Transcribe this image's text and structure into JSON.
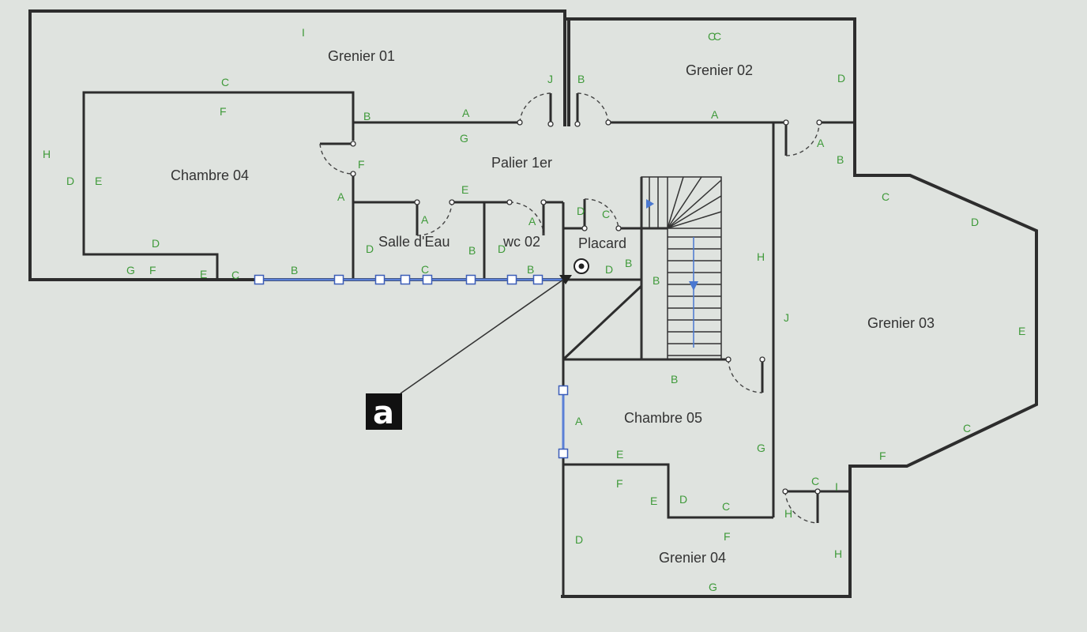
{
  "rooms": {
    "grenier01": "Grenier 01",
    "grenier02": "Grenier 02",
    "grenier03": "Grenier 03",
    "grenier04": "Grenier 04",
    "chambre04": "Chambre 04",
    "chambre05": "Chambre 05",
    "palier": "Palier 1er",
    "salle_eau": "Salle d'Eau",
    "wc": "wc 02",
    "placard": "Placard"
  },
  "marker": {
    "label": "a"
  },
  "wall_letters": [
    "I",
    "C",
    "C",
    "F",
    "H",
    "D",
    "E",
    "G",
    "F",
    "E",
    "C",
    "D",
    "B",
    "F",
    "A",
    "B",
    "A",
    "G",
    "E",
    "D",
    "A",
    "B",
    "C",
    "D",
    "B",
    "D",
    "A",
    "C",
    "B",
    "D",
    "C",
    "J",
    "B",
    "A",
    "D",
    "B",
    "C",
    "D",
    "A",
    "H",
    "J",
    "E",
    "C",
    "F",
    "G",
    "B",
    "A",
    "E",
    "F",
    "E",
    "D",
    "C",
    "D",
    "F",
    "G",
    "C",
    "I",
    "H",
    "H",
    "B",
    "B"
  ],
  "colors": {
    "background": "#dfe3df",
    "wall": "#2d2d2d",
    "selection": "#5a7fd6",
    "wall_letter": "#3f9a3a",
    "room_label": "#333333"
  }
}
